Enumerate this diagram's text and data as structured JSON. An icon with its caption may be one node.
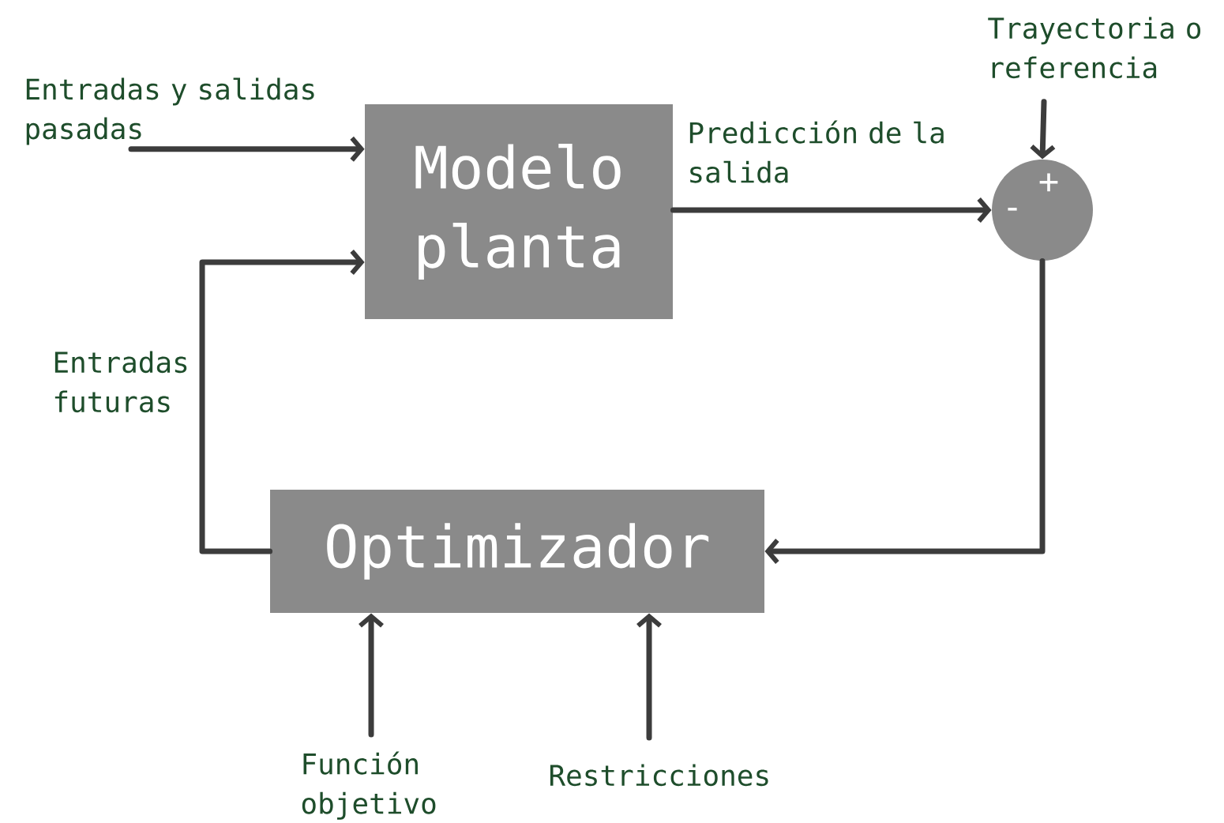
{
  "diagram": {
    "nodes": [
      {
        "text": [
          "Modelo planta"
        ]
      },
      {
        "text": [
          "+",
          "-"
        ]
      },
      {
        "text": [
          "Optimizador"
        ]
      },
      {
        "text": [
          "Entradas y salidas pasadas"
        ]
      },
      {
        "text": [
          "Trayectoria o referencia"
        ]
      },
      {
        "text": [
          "Función objetivo"
        ]
      },
      {
        "text": [
          "Restricciones"
        ]
      }
    ],
    "edges": [
      {
        "from": 3,
        "to": 0,
        "arrow": "to"
      },
      {
        "from": 2,
        "to": 0,
        "arrow": "to",
        "label": "Entradas futuras"
      },
      {
        "from": 0,
        "to": 1,
        "arrow": "to",
        "label": "Predicción de la salida"
      },
      {
        "from": 4,
        "to": 1,
        "arrow": "to"
      },
      {
        "from": 1,
        "to": 2,
        "arrow": "to"
      },
      {
        "from": 5,
        "to": 2,
        "arrow": "to"
      },
      {
        "from": 6,
        "to": 2,
        "arrow": "to"
      }
    ]
  }
}
